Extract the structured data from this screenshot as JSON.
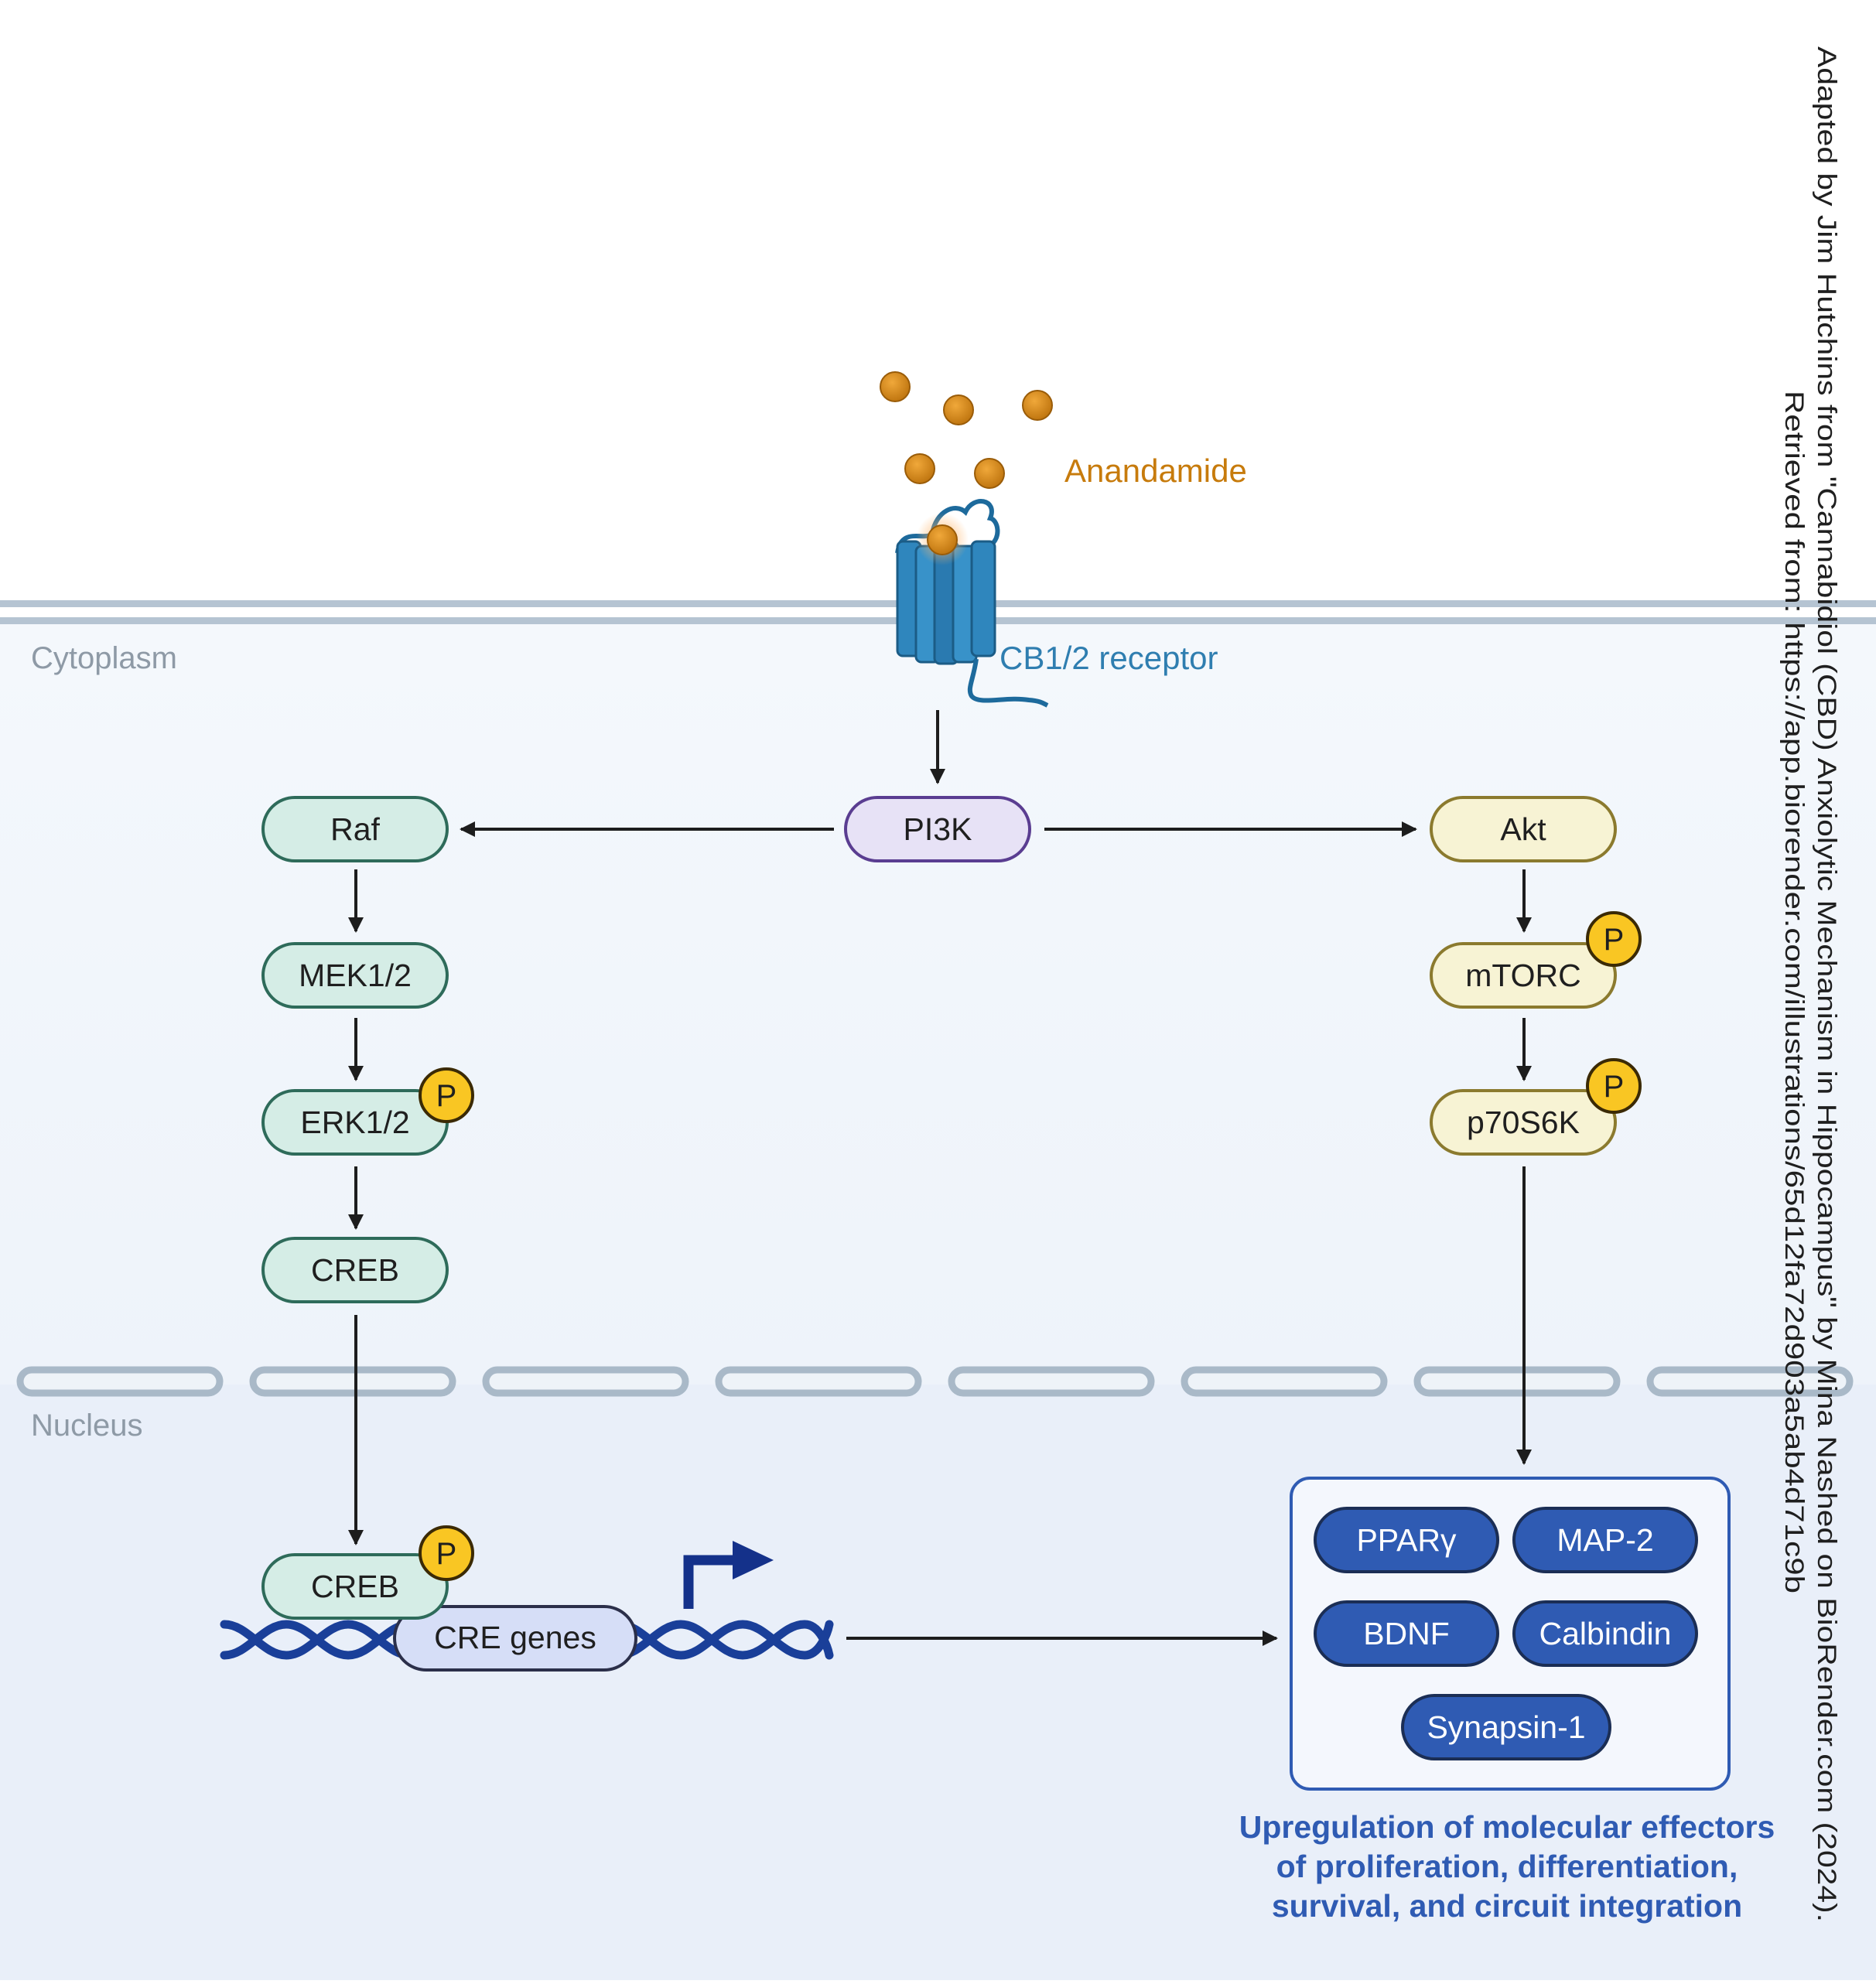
{
  "compartments": {
    "cytoplasm": "Cytoplasm",
    "nucleus": "Nucleus"
  },
  "ligand": {
    "label": "Anandamide",
    "color": "#c77b0c"
  },
  "receptor": {
    "label": "CB1/2 receptor",
    "color": "#2f86bd"
  },
  "nodes": {
    "pi3k": "PI3K",
    "raf": "Raf",
    "mek": "MEK1/2",
    "erk": "ERK1/2",
    "creb_cyto": "CREB",
    "akt": "Akt",
    "mtorc": "mTORC",
    "p70s6k": "p70S6K",
    "creb_nuc": "CREB",
    "cre_genes": "CRE genes"
  },
  "phospho_label": "P",
  "effectors": [
    "PPARγ",
    "MAP-2",
    "BDNF",
    "Calbindin",
    "Synapsin-1"
  ],
  "outcome": {
    "line1": "Upregulation of molecular effectors",
    "line2": "of proliferation, differentiation,",
    "line3": "survival, and circuit integration"
  },
  "credit": {
    "line1": "Adapted by Jim Hutchins from \"Cannabidiol (CBD) Anxiolytic Mechanism in Hippocampus\" by Mina Nashed on BioRender.com (2024).",
    "line2": "Retrieved from: https://app.biorender.com/illustrations/65d12fa72d903a5ab4d71c9b"
  },
  "colors": {
    "erk_path_fill": "#d5ede6",
    "erk_path_stroke": "#2e6b5a",
    "pi3k_fill": "#e7e2f6",
    "pi3k_stroke": "#5a3d91",
    "akt_path_fill": "#f7f3d4",
    "akt_path_stroke": "#8b7a2e",
    "phospho": "#f9c623",
    "effector": "#2f5bb3",
    "dna": "#1a3f99",
    "membrane": "#b5c4d2"
  }
}
